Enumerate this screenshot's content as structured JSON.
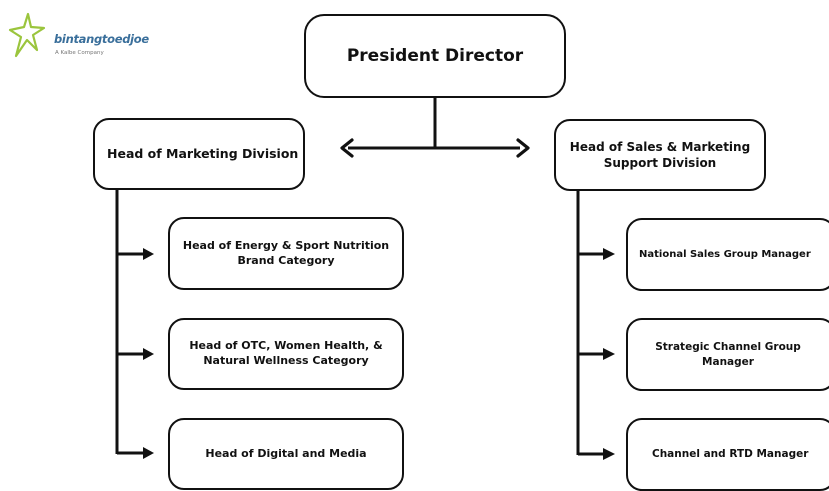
{
  "logo": {
    "name": "bintangtoedjoe",
    "tagline": "A Kalbe Company",
    "colors": {
      "star": "#9bc53d",
      "text": "#3a6f9b"
    }
  },
  "org_chart": {
    "root": {
      "label": "President Director"
    },
    "divisions": [
      {
        "label": "Head of Marketing Division",
        "children": [
          {
            "lines": [
              "Head of Energy & Sport Nutrition",
              "Brand Category"
            ]
          },
          {
            "lines": [
              "Head of OTC, Women Health, &",
              "Natural Wellness Category"
            ]
          },
          {
            "lines": [
              "Head of Digital and Media"
            ]
          }
        ]
      },
      {
        "lines": [
          "Head of Sales & Marketing",
          "Support Division"
        ],
        "children": [
          {
            "lines": [
              "National Sales Group Manager"
            ]
          },
          {
            "lines": [
              "Strategic Channel Group",
              "Manager"
            ]
          },
          {
            "lines": [
              "Channel and RTD Manager"
            ]
          }
        ]
      }
    ]
  },
  "colors": {
    "line": "#111111",
    "box_border": "#111111",
    "background": "#ffffff"
  }
}
